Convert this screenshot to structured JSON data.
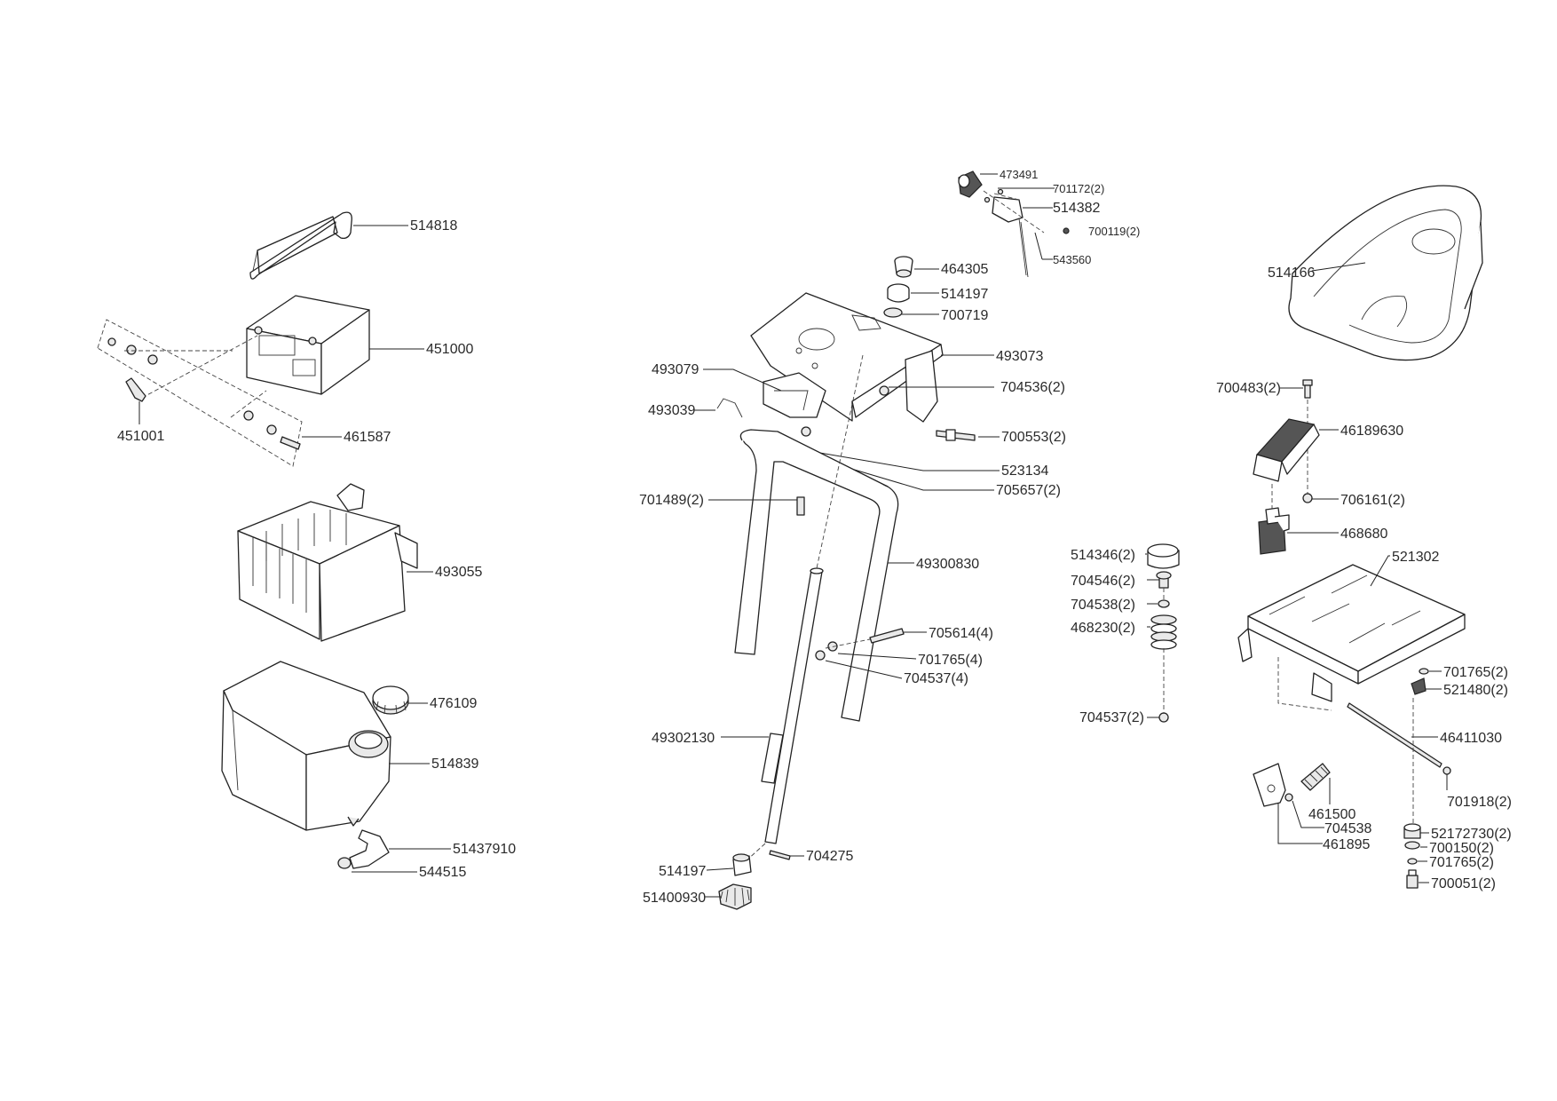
{
  "labels": {
    "p514818": "514818",
    "p451000": "451000",
    "p451001": "451001",
    "p461587": "461587",
    "p493055": "493055",
    "p476109": "476109",
    "p514839": "514839",
    "p51437910": "51437910",
    "p544515": "544515",
    "p473491": "473491",
    "p701172": "701172(2)",
    "p514382": "514382",
    "p700119": "700119(2)",
    "p543560": "543560",
    "p464305": "464305",
    "p514197a": "514197",
    "p700719": "700719",
    "p493073": "493073",
    "p493079": "493079",
    "p704536": "704536(2)",
    "p493039": "493039",
    "p700553": "700553(2)",
    "p523134": "523134",
    "p705657": "705657(2)",
    "p701489": "701489(2)",
    "p49300830": "49300830",
    "p705614": "705614(4)",
    "p701765a": "701765(4)",
    "p704537a": "704537(4)",
    "p49302130": "49302130",
    "p704275": "704275",
    "p514197b": "514197",
    "p51400930": "51400930",
    "p514346": "514346(2)",
    "p704546": "704546(2)",
    "p704538a": "704538(2)",
    "p468230": "468230(2)",
    "p704537b": "704537(2)",
    "p514166": "514166",
    "p700483": "700483(2)",
    "p46189630": "46189630",
    "p706161": "706161(2)",
    "p468680": "468680",
    "p521302": "521302",
    "p701765b": "701765(2)",
    "p521480": "521480(2)",
    "p46411030": "46411030",
    "p701918": "701918(2)",
    "p461500": "461500",
    "p704538b": "704538",
    "p461895": "461895",
    "p52172730": "52172730(2)",
    "p700150": "700150(2)",
    "p701765c": "701765(2)",
    "p700051": "700051(2)"
  }
}
